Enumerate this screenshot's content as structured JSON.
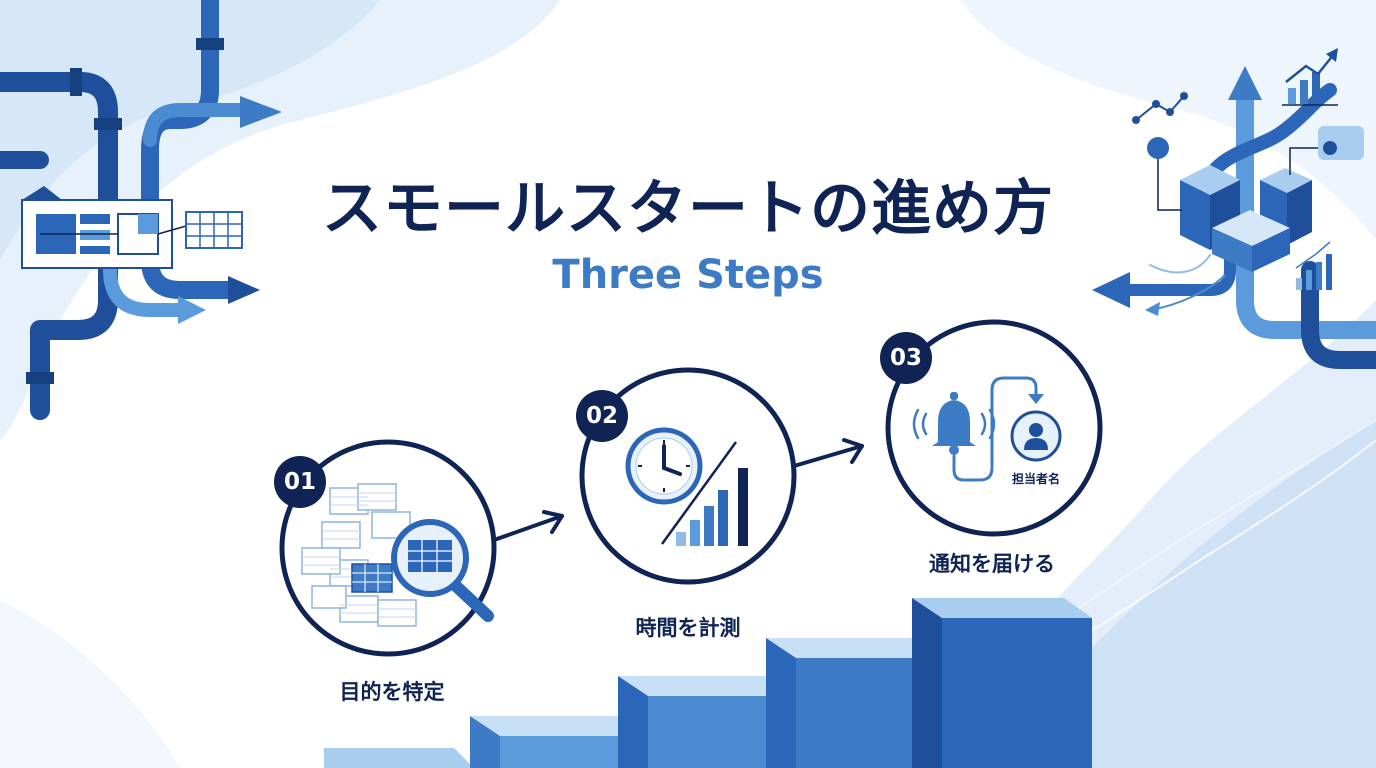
{
  "title": "スモールスタートの進め方",
  "subtitle": "Three Steps",
  "steps": [
    {
      "number": "01",
      "label": "目的を特定",
      "icon": "magnifier-table-icon"
    },
    {
      "number": "02",
      "label": "時間を計測",
      "icon": "clock-chart-icon"
    },
    {
      "number": "03",
      "label": "通知を届ける",
      "icon": "bell-person-icon",
      "person_caption": "担当者名"
    }
  ],
  "colors": {
    "navy": "#0f2454",
    "accent_blue": "#3d7cc4",
    "mid_blue": "#2c66b8",
    "light_blue": "#a9cdee"
  }
}
